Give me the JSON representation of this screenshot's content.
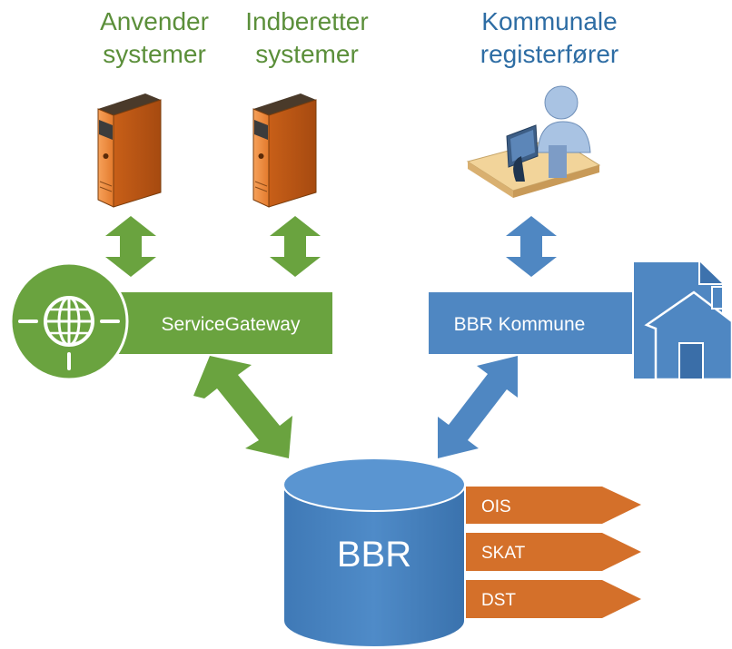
{
  "labels": {
    "anvender": "Anvender systemer",
    "indberetter": "Indberetter systemer",
    "kommunale": "Kommunale registerfører"
  },
  "boxes": {
    "service_gateway": "ServiceGateway",
    "bbr_kommune": "BBR Kommune"
  },
  "database": {
    "label": "BBR"
  },
  "outputs": [
    "OIS",
    "SKAT",
    "DST"
  ],
  "colors": {
    "green": "#6aa33f",
    "blue": "#4f87c2",
    "orange": "#d4702a"
  }
}
